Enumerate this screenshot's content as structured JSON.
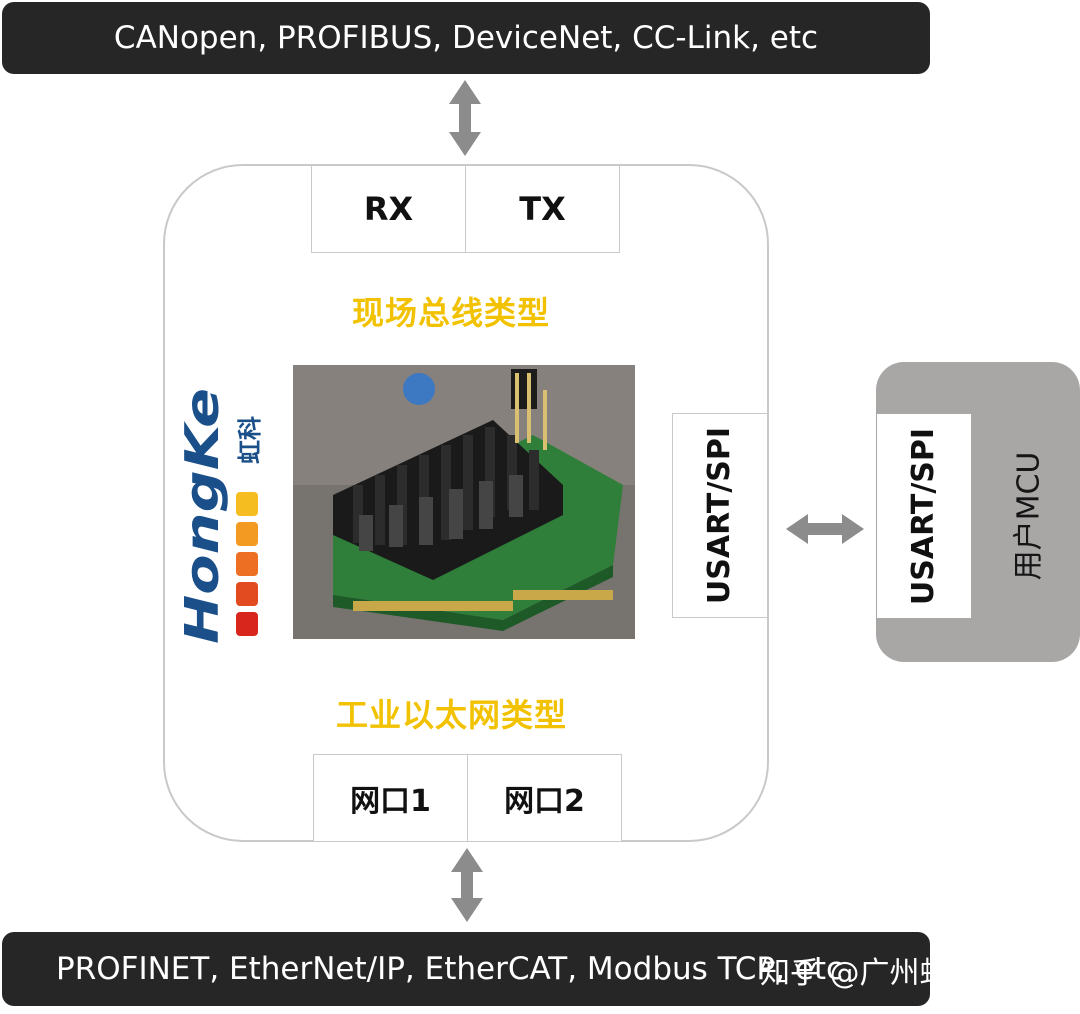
{
  "top_bar": {
    "label": "CANopen, PROFIBUS, DeviceNet, CC-Link, etc"
  },
  "bottom_bar": {
    "label": "PROFINET, EtherNet/IP, EtherCAT, Modbus TCP, etc"
  },
  "module": {
    "top_ports": [
      "RX",
      "TX"
    ],
    "fieldbus_label": "现场总线类型",
    "ethernet_label": "工业以太网类型",
    "bottom_ports": [
      "网口1",
      "网口2"
    ],
    "side_port": "USART/SPI"
  },
  "logo": {
    "latin": "HongKe",
    "chinese": "虹科"
  },
  "mcu": {
    "port": "USART/SPI",
    "label": "用户MCU"
  },
  "watermark": {
    "text": "知乎 @广州虹科电子"
  },
  "colors": {
    "bar": "#262626",
    "gold": "#f2c200",
    "arrow": "#8c8c8c",
    "mcu": "#a9a6a6",
    "logo_blue": "#1a4f8a"
  }
}
